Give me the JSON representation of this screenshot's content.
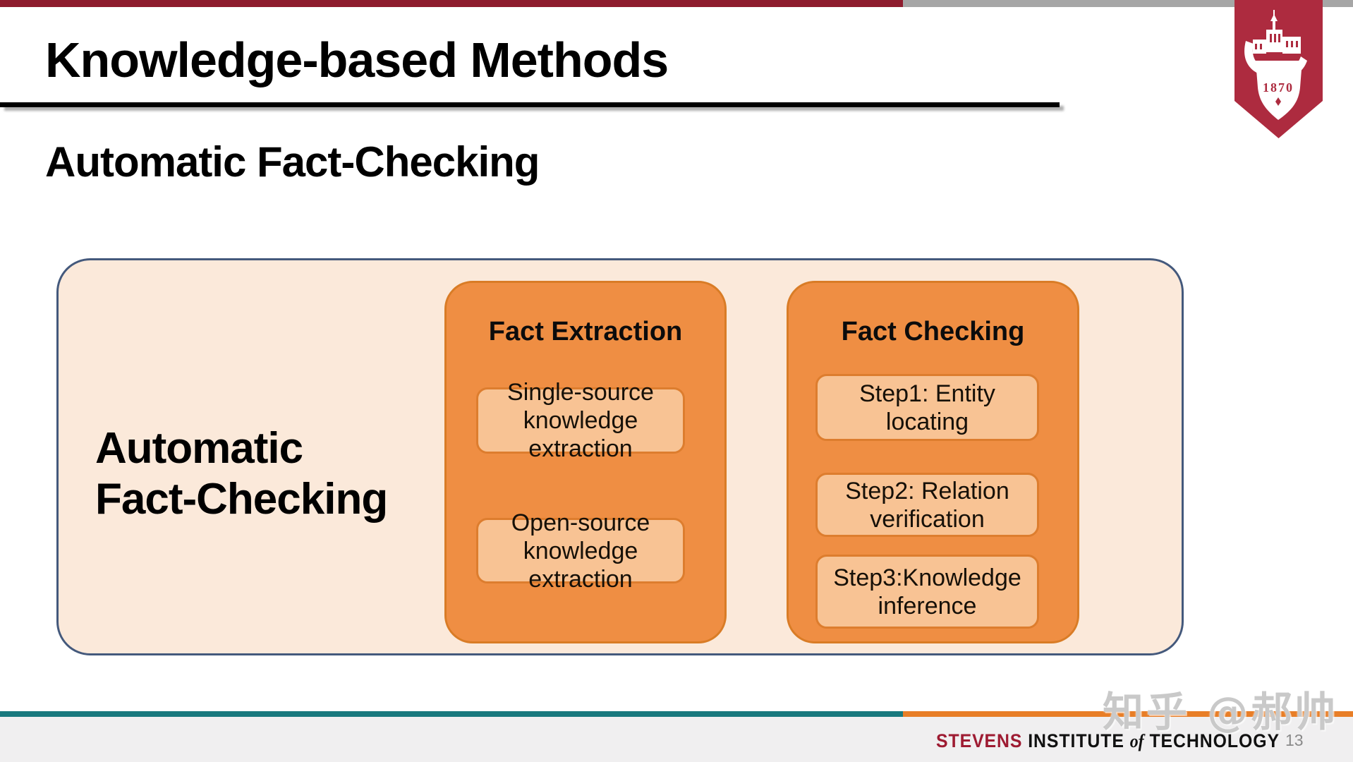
{
  "slide": {
    "title": "Knowledge-based Methods",
    "subtitle": "Automatic Fact-Checking",
    "page_number": "13"
  },
  "diagram": {
    "main_label": "Automatic\nFact-Checking",
    "columns": [
      {
        "heading": "Fact Extraction",
        "items": [
          "Single-source\nknowledge extraction",
          "Open-source\nknowledge extraction"
        ]
      },
      {
        "heading": "Fact Checking",
        "items": [
          "Step1: Entity locating",
          "Step2: Relation\nverification",
          "Step3:Knowledge\ninference"
        ]
      }
    ]
  },
  "logo": {
    "institution": "stevens-institute-shield",
    "year": "1870"
  },
  "footer": {
    "brand_stevens": "STEVENS",
    "brand_institute": "INSTITUTE",
    "brand_of": "of",
    "brand_technology": "TECHNOLOGY",
    "watermark": "知乎 @郝帅"
  },
  "colors": {
    "top_bar_maroon": "#8E1C2E",
    "top_bar_gray": "#A6A6A6",
    "logo_crimson": "#AD2B3F",
    "title_rule_black": "#000000",
    "outer_box_fill": "#FBE9DA",
    "outer_box_border": "#44597C",
    "orange_box_fill": "#EF8E43",
    "orange_box_border": "#D97C26",
    "inner_box_fill": "#F8C394",
    "inner_box_border": "#DD7D2E",
    "footer_teal": "#18797E",
    "footer_orange": "#E87E27",
    "stevens_wordmark_red": "#9E1B32",
    "footer_background": "#F0EFF0",
    "watermark_gray": "#C9C9C9"
  }
}
